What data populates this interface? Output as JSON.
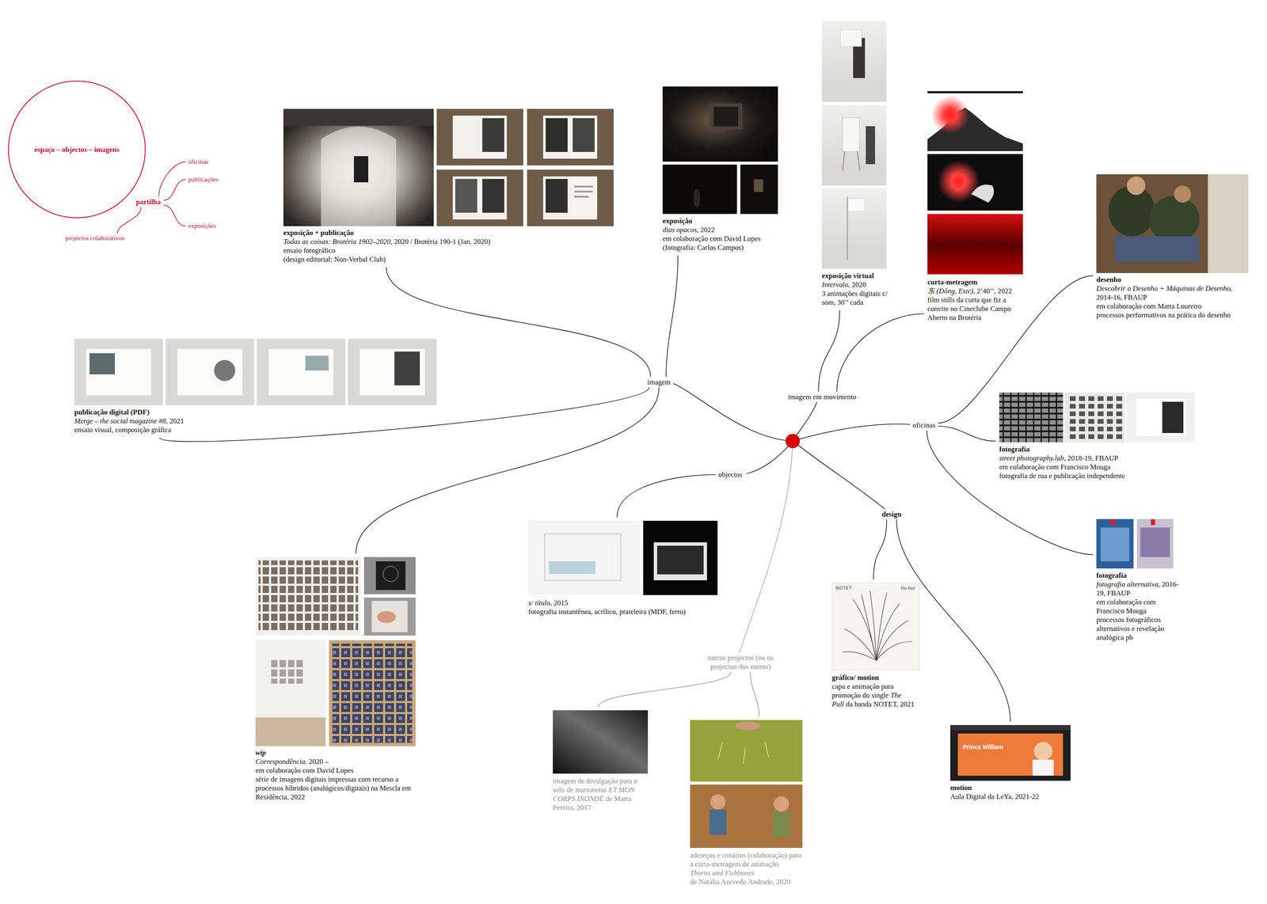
{
  "diagram": {
    "nodes": [
      {
        "text": [
          "espaço – objectos – imagens"
        ]
      },
      {
        "text": [
          "partilha"
        ]
      },
      {
        "text": [
          "oficinas"
        ]
      },
      {
        "text": [
          "publicações"
        ]
      },
      {
        "text": [
          "exposições"
        ]
      },
      {
        "text": [
          "projectos colaborativos"
        ]
      },
      {
        "text": [
          "imagem"
        ]
      },
      {
        "text": [
          "imagem em movimento"
        ]
      },
      {
        "text": [
          "oficinas"
        ]
      },
      {
        "text": [
          "objectos"
        ]
      },
      {
        "text": [
          "design"
        ]
      },
      {
        "text": [
          "outros projectos (ou os projectos dos outros)"
        ]
      },
      {
        "text": [
          "exposição + publicação",
          "Todas as coisas: Brotéria 1902–2020",
          ", 2020 / Brotéria 190-1 (Jan. 2020)",
          "ensaio fotográfico",
          "(design editorial: Non-Verbal Club)"
        ]
      },
      {
        "text": [
          "exposição",
          "dias opacos",
          ", 2022",
          "em colaboração com David Lopes",
          "(fotografia: Carlos Campos)"
        ]
      },
      {
        "text": [
          "exposição virtual",
          "Intervalo",
          ", 2020",
          "3 animações digitais c/ som, 30’’ cada"
        ]
      },
      {
        "text": [
          "curta-metragem",
          "东 (Dōng, Este)",
          ", 2’40’’, 2022",
          "film stills da curta que fiz a convite no Cineclube Campo Aberto na Brotéria"
        ]
      },
      {
        "text": [
          "desenho",
          "Descobrir o Desenho + Máquinas de Desenho",
          ", 2014-16, FBAUP",
          "em colaboração com Marta Loureiro",
          "processos performativos na prática do desenho"
        ]
      },
      {
        "text": [
          "publicação digital (PDF)",
          "Merge – the social magazine #8",
          ", 2021",
          "ensaio visual, composição gráfica"
        ]
      },
      {
        "text": [
          "fotografia",
          "street photography.lab",
          ", 2018-19, FBAUP",
          "em colaboração com Francisco Mouga",
          "fotografia de rua e publicação independente"
        ]
      },
      {
        "text": [
          "wip",
          "Correspondência",
          ", 2020 –",
          "em colaboração com David Lopes",
          "série de imagens digitais impressas com recurso a processos híbridos (analógicos/digitais) na Mescla em Residência, 2022"
        ]
      },
      {
        "text": [
          "s/ título",
          ", 2015",
          "fotografia instantênea, acrílico, prateleira (MDF, ferro)"
        ]
      },
      {
        "text": [
          "fotografia",
          "fotografia alternativa",
          ", 2016-19, FBAUP",
          "em colaboração com Francisco Mouga",
          "processos fotográficos alternativos e revelação analógica pb"
        ]
      },
      {
        "text": [
          "gráfico/ motion",
          "capa e animação para promoção do single",
          "The Pull",
          "da banda NOTET, 2021"
        ]
      },
      {
        "text": [
          "motion",
          "Aula Digital da LeYa, 2021-22"
        ]
      },
      {
        "text": [
          "imagem de divulgação para o solo de marionetas",
          "ET MON CORPS INONDÉ",
          "de Marta Pereira, 2017"
        ]
      },
      {
        "text": [
          "adereços e cenários (colaboração) para a curta-metragem de animação",
          "Thorns and Fishbones",
          "de Natália Azevedo Andrade, 2020"
        ]
      }
    ],
    "edges": [
      {
        "from": 1,
        "to": 2,
        "arrow": "none"
      },
      {
        "from": 1,
        "to": 3,
        "arrow": "none"
      },
      {
        "from": 1,
        "to": 4,
        "arrow": "none"
      },
      {
        "from": 1,
        "to": 5,
        "arrow": "none"
      },
      {
        "from": 6,
        "to": 12,
        "arrow": "none"
      },
      {
        "from": 6,
        "to": 13,
        "arrow": "none"
      },
      {
        "from": 6,
        "to": 17,
        "arrow": "none"
      },
      {
        "from": 6,
        "to": 19,
        "arrow": "none"
      },
      {
        "from": 7,
        "to": 14,
        "arrow": "none"
      },
      {
        "from": 7,
        "to": 15,
        "arrow": "none"
      },
      {
        "from": 8,
        "to": 16,
        "arrow": "none"
      },
      {
        "from": 8,
        "to": 18,
        "arrow": "none"
      },
      {
        "from": 8,
        "to": 21,
        "arrow": "none"
      },
      {
        "from": 9,
        "to": 20,
        "arrow": "none"
      },
      {
        "from": 10,
        "to": 22,
        "arrow": "none"
      },
      {
        "from": 10,
        "to": 23,
        "arrow": "none"
      },
      {
        "from": 11,
        "to": 24,
        "arrow": "none"
      },
      {
        "from": 11,
        "to": 25,
        "arrow": "none"
      }
    ],
    "labels": [
      "NOTET",
      "The Pull",
      "Prince William"
    ]
  }
}
